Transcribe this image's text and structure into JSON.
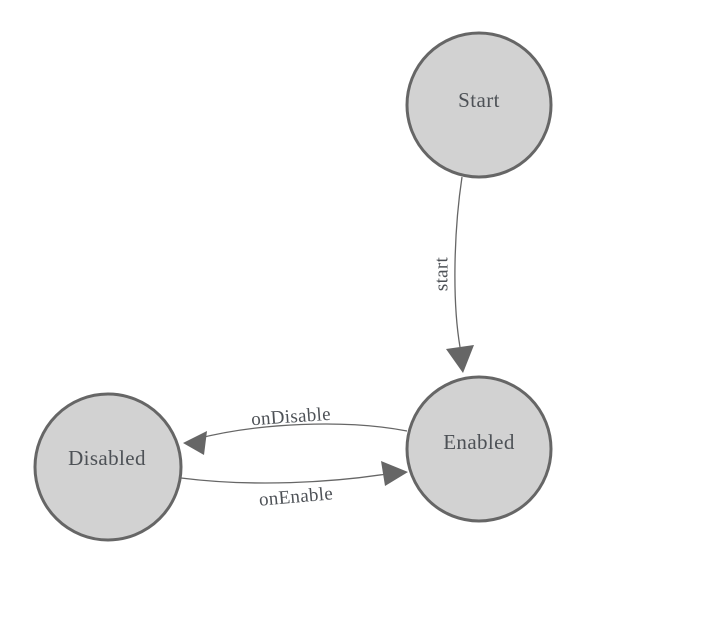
{
  "diagram": {
    "type": "state-machine",
    "background": "#ffffff"
  },
  "colors": {
    "node_fill": "#d2d2d2",
    "node_border": "#666666",
    "edge_line": "#666666",
    "arrowhead": "#666666",
    "label_text": "#4d5156"
  },
  "nodes": [
    {
      "id": "start",
      "label": "Start"
    },
    {
      "id": "enabled",
      "label": "Enabled"
    },
    {
      "id": "disabled",
      "label": "Disabled"
    }
  ],
  "edges": [
    {
      "from": "Start",
      "to": "Enabled",
      "label": "start"
    },
    {
      "from": "Enabled",
      "to": "Disabled",
      "label": "onDisable"
    },
    {
      "from": "Disabled",
      "to": "Enabled",
      "label": "onEnable"
    }
  ]
}
